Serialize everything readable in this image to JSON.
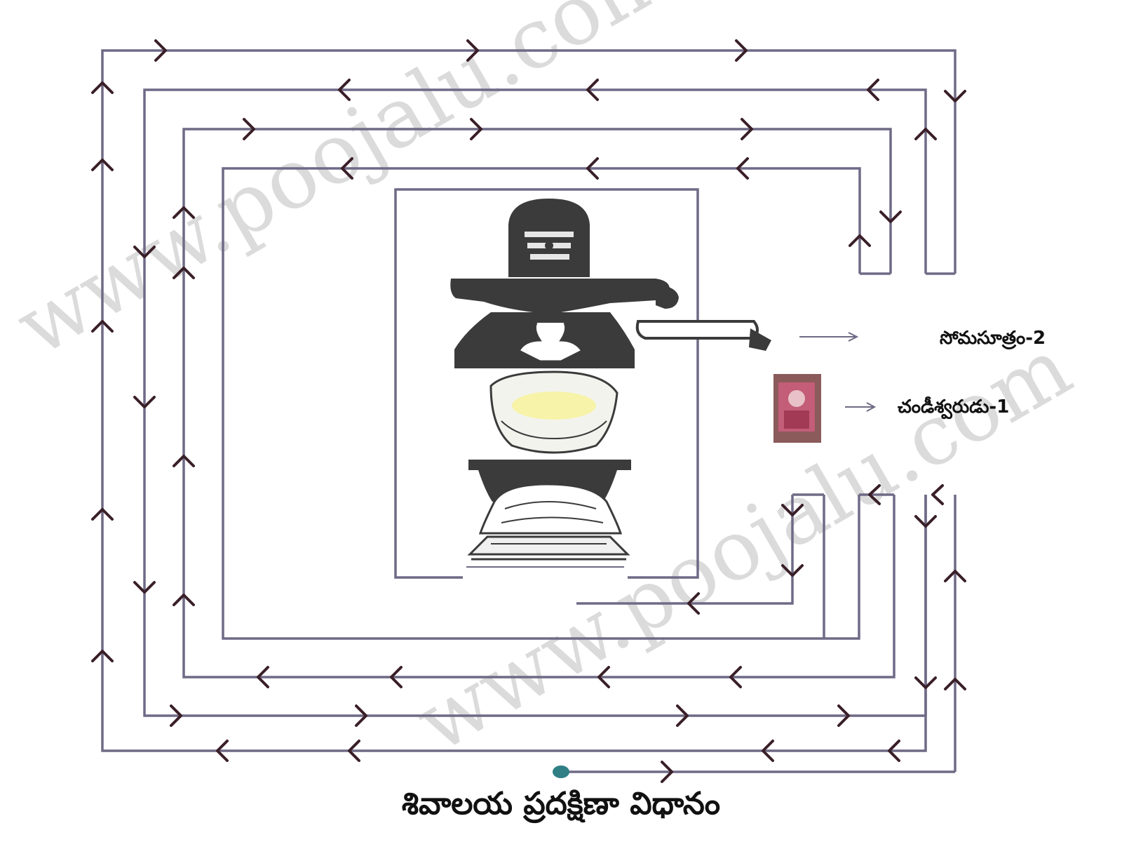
{
  "watermark": "www.poojalu.com",
  "labels": {
    "somasutram": "సోమసూత్రం-2",
    "chandeeshwarudu": "చండీశ్వరుడు-1"
  },
  "title": "శివాలయ ప్రదక్షిణా విధానం",
  "colors": {
    "path_line": "#6f6a86",
    "arrow": "#3a1f28",
    "start_dot": "#2f7f85",
    "lingam_dark": "#3b3b3b",
    "watermark": "#cfcfcf"
  },
  "icons": {
    "lingam": "shiva-lingam-with-nandi-icon",
    "chandeeshwara": "chandeeshwara-picture-icon",
    "start": "start-point-dot-icon"
  }
}
